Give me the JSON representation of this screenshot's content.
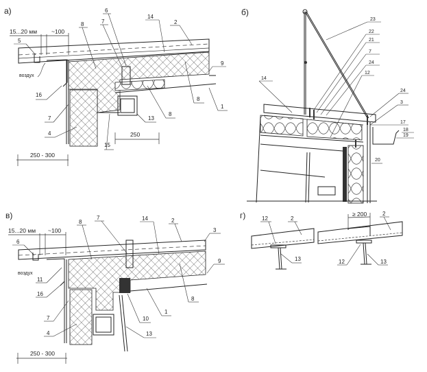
{
  "title": "Roof edge / eave connection details",
  "panels": {
    "a": {
      "letter": "а)",
      "dim_gap": "15...20 мм",
      "dim_over": "~100",
      "air": "воздух",
      "dim_250": "250",
      "dim_width": "250 - 300",
      "labels": {
        "n5": "5",
        "n8a": "8",
        "n7a": "7",
        "n6": "6",
        "n14": "14",
        "n2": "2",
        "n9": "9",
        "n16": "16",
        "n7b": "7",
        "n4": "4",
        "n15": "15",
        "n13": "13",
        "n8b": "8",
        "n8c": "8",
        "n1": "1"
      }
    },
    "b": {
      "letter": "б)",
      "labels": {
        "n23": "23",
        "n22": "22",
        "n21": "21",
        "n7": "7",
        "n24a": "24",
        "n12": "12",
        "n14": "14",
        "n24b": "24",
        "n3": "3",
        "n17": "17",
        "n18": "18",
        "n19": "19",
        "n20": "20"
      }
    },
    "v": {
      "letter": "в)",
      "dim_gap": "15...20 мм",
      "dim_over": "~100",
      "air": "воздух",
      "dim_width": "250 - 300",
      "labels": {
        "n6": "6",
        "n8a": "8",
        "n7a": "7",
        "n14": "14",
        "n2": "2",
        "n3": "3",
        "n9": "9",
        "n11": "11",
        "n16": "16",
        "n7b": "7",
        "n4": "4",
        "n10": "10",
        "n1": "1",
        "n8b": "8",
        "n13": "13"
      }
    },
    "g": {
      "letter": "г)",
      "dim_overlap": "≥ 200",
      "labels": {
        "n12a": "12",
        "n2a": "2",
        "n13a": "13",
        "n2b": "2",
        "n12b": "12",
        "n13b": "13"
      }
    }
  }
}
